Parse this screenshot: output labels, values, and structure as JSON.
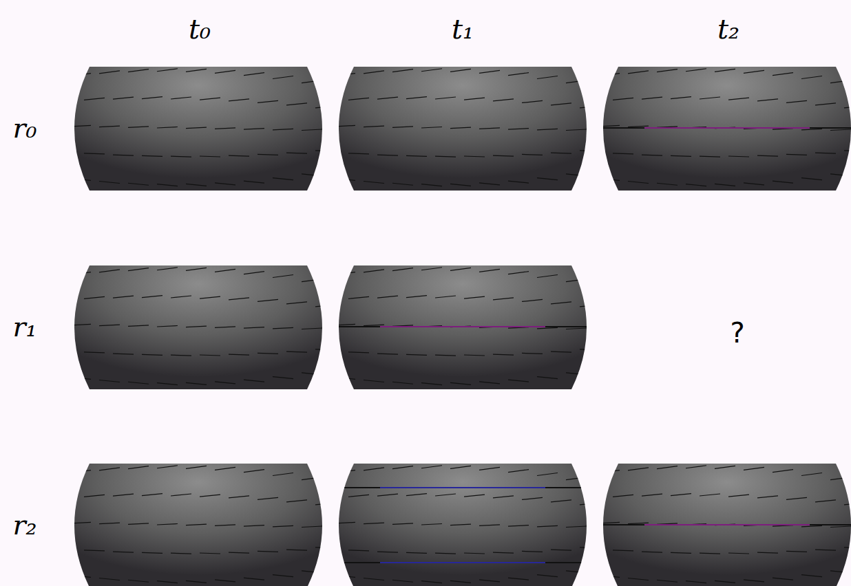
{
  "diagram": {
    "labels": [
      "t₀",
      "t₁",
      "t₂",
      "r₀",
      "r₁",
      "r₂",
      "?"
    ]
  }
}
